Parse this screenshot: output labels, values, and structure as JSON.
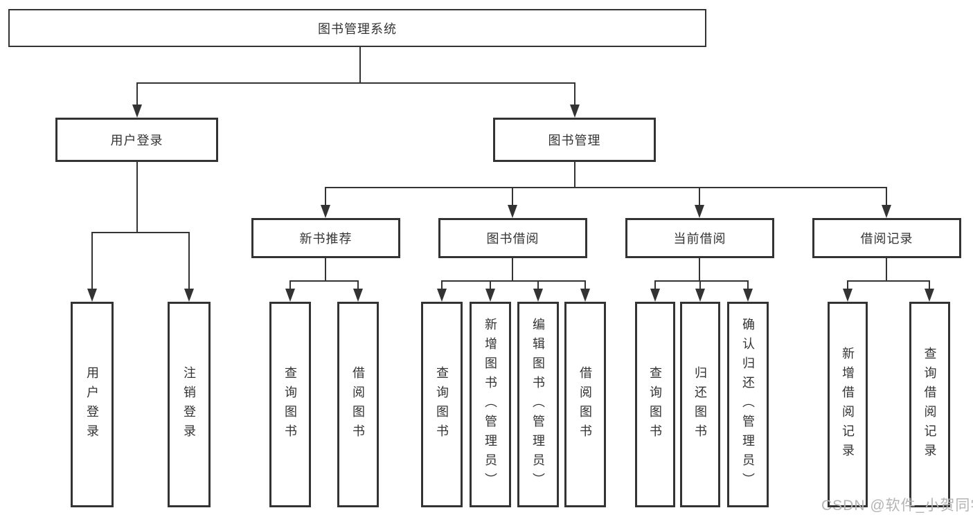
{
  "tree": {
    "root": {
      "label": "图书管理系统"
    },
    "branches": [
      {
        "label": "用户登录",
        "children": [
          {
            "label": "用户登录"
          },
          {
            "label": "注销登录"
          }
        ]
      },
      {
        "label": "图书管理",
        "children": [
          {
            "label": "新书推荐",
            "children": [
              {
                "label": "查询图书"
              },
              {
                "label": "借阅图书"
              }
            ]
          },
          {
            "label": "图书借阅",
            "children": [
              {
                "label": "查询图书"
              },
              {
                "label": "新增图书（管理员）"
              },
              {
                "label": "编辑图书（管理员）"
              },
              {
                "label": "借阅图书"
              }
            ]
          },
          {
            "label": "当前借阅",
            "children": [
              {
                "label": "查询图书"
              },
              {
                "label": "归还图书"
              },
              {
                "label": "确认归还（管理员）"
              }
            ]
          },
          {
            "label": "借阅记录",
            "children": [
              {
                "label": "新增借阅记录"
              },
              {
                "label": "查询借阅记录"
              }
            ]
          }
        ]
      }
    ]
  },
  "watermark": {
    "text": "CSDN @软件_小贺同学"
  },
  "colors": {
    "line": "#333333",
    "box_border": "#333333",
    "background": "#ffffff",
    "text": "#333333",
    "watermark": "#b4b4b4"
  }
}
